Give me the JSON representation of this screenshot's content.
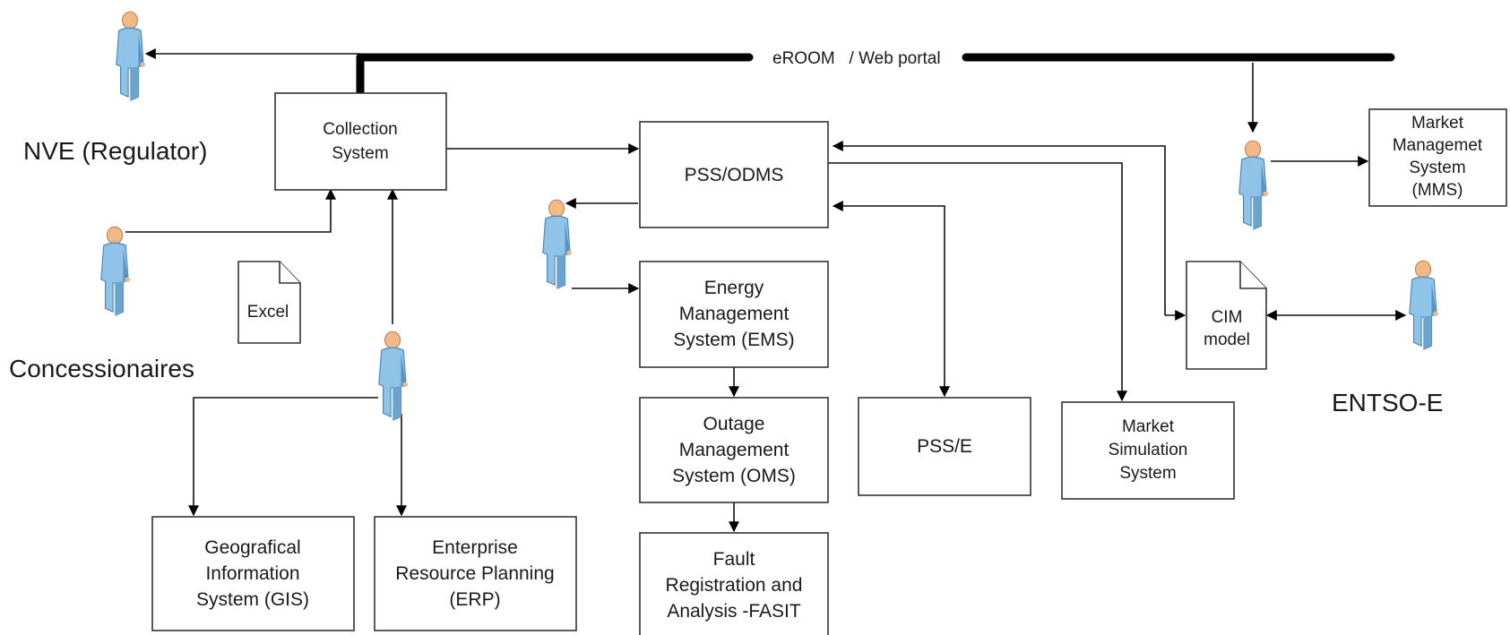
{
  "portal": {
    "label": "eROOM   / Web portal"
  },
  "actors": {
    "regulator": "NVE (Regulator)",
    "concessionaires": "Concessionaires",
    "entsoe": "ENTSO-E"
  },
  "boxes": {
    "collection": [
      "Collection",
      "System"
    ],
    "pss_odms": [
      "PSS/ODMS"
    ],
    "mms": [
      "Market",
      "Managemet",
      "System",
      "(MMS)"
    ],
    "ems": [
      "Energy",
      "Management",
      "System (EMS)"
    ],
    "oms": [
      "Outage",
      "Management",
      "System (OMS)"
    ],
    "fasit": [
      "Fault",
      "Registration and",
      "Analysis -FASIT"
    ],
    "pss_e": [
      "PSS/E"
    ],
    "market_sim": [
      "Market",
      "Simulation",
      "System"
    ],
    "gis": [
      "Geografical",
      "Information",
      "System (GIS)"
    ],
    "erp": [
      "Enterprise",
      "Resource Planning",
      "(ERP)"
    ]
  },
  "documents": {
    "excel": [
      "Excel"
    ],
    "cim": [
      "CIM",
      "model"
    ]
  },
  "colors": {
    "person_body": "#8fc3e8",
    "person_shade": "#5a93c2",
    "person_skin": "#f2b886"
  }
}
